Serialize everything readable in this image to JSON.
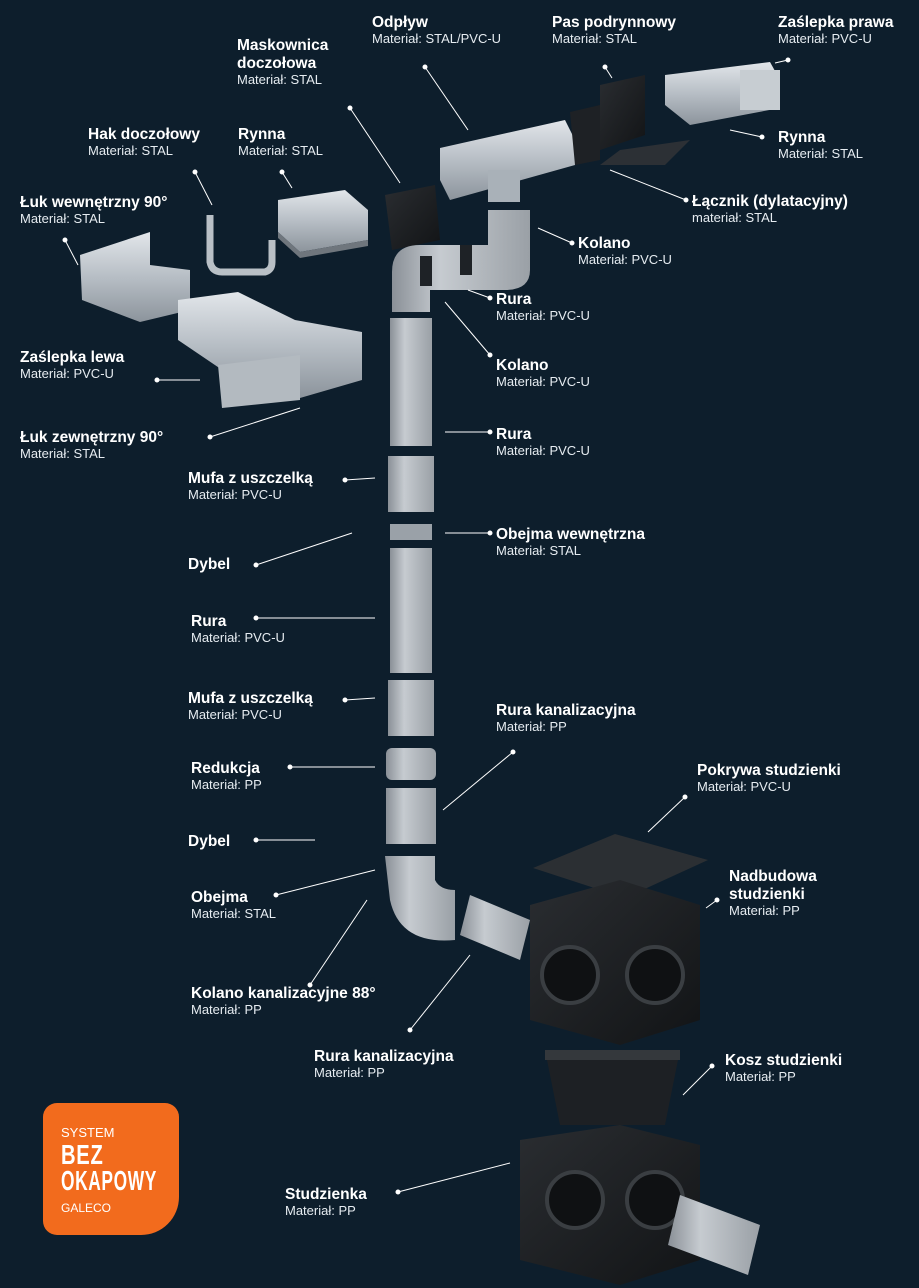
{
  "labels": [
    {
      "id": "odplyw",
      "title": [
        "Odpływ"
      ],
      "material": "Materiał: STAL/PVC-U"
    },
    {
      "id": "pas-podrynnowy",
      "title": [
        "Pas podrynnowy"
      ],
      "material": "Materiał: STAL"
    },
    {
      "id": "zaslepka-prawa",
      "title": [
        "Zaślepka prawa"
      ],
      "material": "Materiał: PVC-U"
    },
    {
      "id": "maskownica",
      "title": [
        "Maskownica",
        "doczołowa"
      ],
      "material": "Materiał: STAL"
    },
    {
      "id": "hak",
      "title": [
        "Hak doczołowy"
      ],
      "material": "Materiał: STAL"
    },
    {
      "id": "rynna-1",
      "title": [
        "Rynna"
      ],
      "material": "Materiał: STAL"
    },
    {
      "id": "rynna-2",
      "title": [
        "Rynna"
      ],
      "material": "Materiał: STAL"
    },
    {
      "id": "lacznik",
      "title": [
        "Łącznik (dylatacyjny)"
      ],
      "material": "materiał: STAL"
    },
    {
      "id": "luk-wew",
      "title": [
        "Łuk wewnętrzny 90°"
      ],
      "material": "Materiał: STAL"
    },
    {
      "id": "kolano-1",
      "title": [
        "Kolano"
      ],
      "material": "Materiał: PVC-U"
    },
    {
      "id": "rura-1",
      "title": [
        "Rura"
      ],
      "material": "Materiał: PVC-U"
    },
    {
      "id": "kolano-2",
      "title": [
        "Kolano"
      ],
      "material": "Materiał: PVC-U"
    },
    {
      "id": "zaslepka-lewa",
      "title": [
        "Zaślepka lewa"
      ],
      "material": "Materiał: PVC-U"
    },
    {
      "id": "rura-2",
      "title": [
        "Rura"
      ],
      "material": "Materiał: PVC-U"
    },
    {
      "id": "luk-zew",
      "title": [
        "Łuk zewnętrzny 90°"
      ],
      "material": "Materiał: STAL"
    },
    {
      "id": "mufa-1",
      "title": [
        "Mufa z uszczelką"
      ],
      "material": "Materiał: PVC-U"
    },
    {
      "id": "obejma-wew",
      "title": [
        "Obejma wewnętrzna"
      ],
      "material": "Materiał: STAL"
    },
    {
      "id": "dybel-1",
      "title": [
        "Dybel"
      ],
      "material": ""
    },
    {
      "id": "rura-3",
      "title": [
        "Rura"
      ],
      "material": "Materiał: PVC-U"
    },
    {
      "id": "mufa-2",
      "title": [
        "Mufa z uszczelką"
      ],
      "material": "Materiał: PVC-U"
    },
    {
      "id": "rura-kan-1",
      "title": [
        "Rura kanalizacyjna"
      ],
      "material": "Materiał: PP"
    },
    {
      "id": "redukcja",
      "title": [
        "Redukcja"
      ],
      "material": "Materiał: PP"
    },
    {
      "id": "pokrywa",
      "title": [
        "Pokrywa studzienki"
      ],
      "material": "Materiał: PVC-U"
    },
    {
      "id": "dybel-2",
      "title": [
        "Dybel"
      ],
      "material": ""
    },
    {
      "id": "nadbudowa",
      "title": [
        "Nadbudowa",
        "studzienki"
      ],
      "material": "Materiał: PP"
    },
    {
      "id": "obejma",
      "title": [
        "Obejma"
      ],
      "material": "Materiał: STAL"
    },
    {
      "id": "kolano-kan",
      "title": [
        "Kolano kanalizacyjne 88°"
      ],
      "material": "Materiał: PP"
    },
    {
      "id": "rura-kan-2",
      "title": [
        "Rura kanalizacyjna"
      ],
      "material": "Materiał: PP"
    },
    {
      "id": "kosz",
      "title": [
        "Kosz studzienki"
      ],
      "material": "Materiał: PP"
    },
    {
      "id": "studzienka",
      "title": [
        "Studzienka"
      ],
      "material": "Materiał: PP"
    }
  ],
  "badge": {
    "line1": "SYSTEM",
    "line2": "BEZ",
    "line3": "OKAPOWY",
    "line4": "GALECO"
  },
  "colors": {
    "background": "#0d1e2c",
    "accent": "#f26b1d",
    "metal": "#a9b1b8",
    "dark": "#1b1d20"
  }
}
